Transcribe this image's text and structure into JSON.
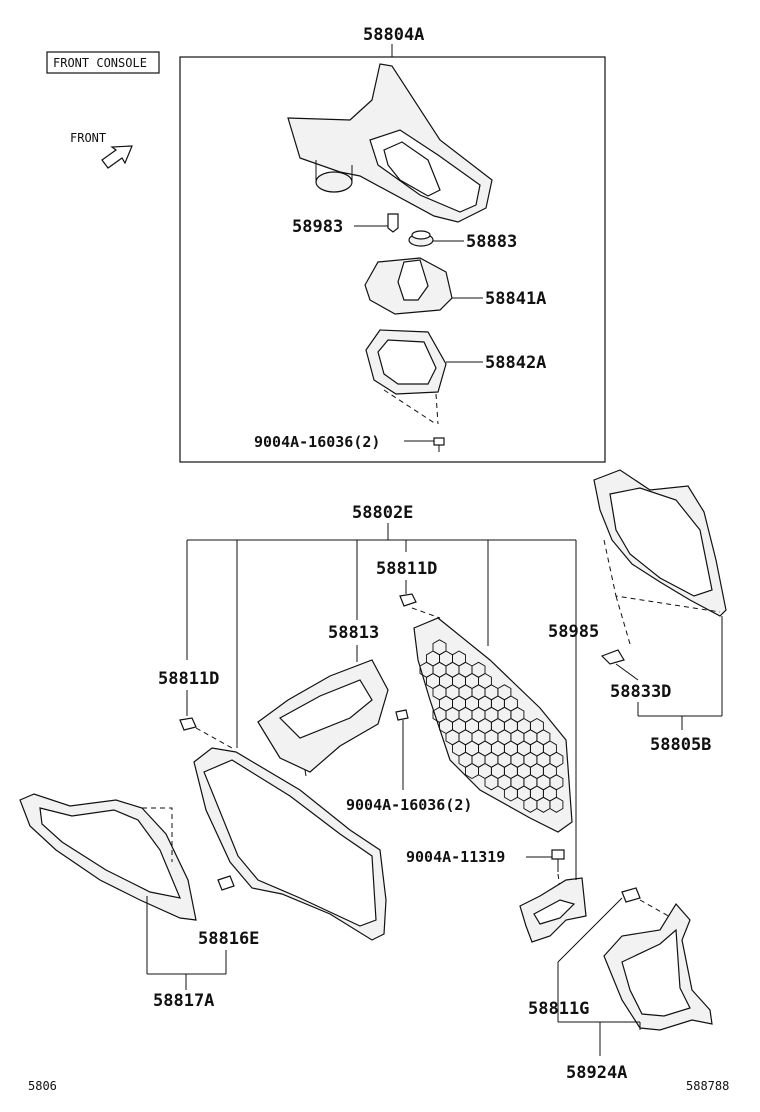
{
  "tags": {
    "section": "FRONT CONSOLE",
    "direction": "FRONT"
  },
  "parts": {
    "p58804A": "58804A",
    "p58983": "58983",
    "p58883": "58883",
    "p58841A": "58841A",
    "p58842A": "58842A",
    "p9004A_16036_top": "9004A-16036(2)",
    "p58802E": "58802E",
    "p58811D_top": "58811D",
    "p58813": "58813",
    "p58985": "58985",
    "p58811D_left": "58811D",
    "p58833D": "58833D",
    "p58805B": "58805B",
    "p9004A_16036_mid": "9004A-16036(2)",
    "p9004A_11319": "9004A-11319",
    "p58816E": "58816E",
    "p58817A": "58817A",
    "p58811G": "58811G",
    "p58924A": "58924A"
  },
  "footer": {
    "left_code": "5806",
    "right_code": "588788"
  }
}
